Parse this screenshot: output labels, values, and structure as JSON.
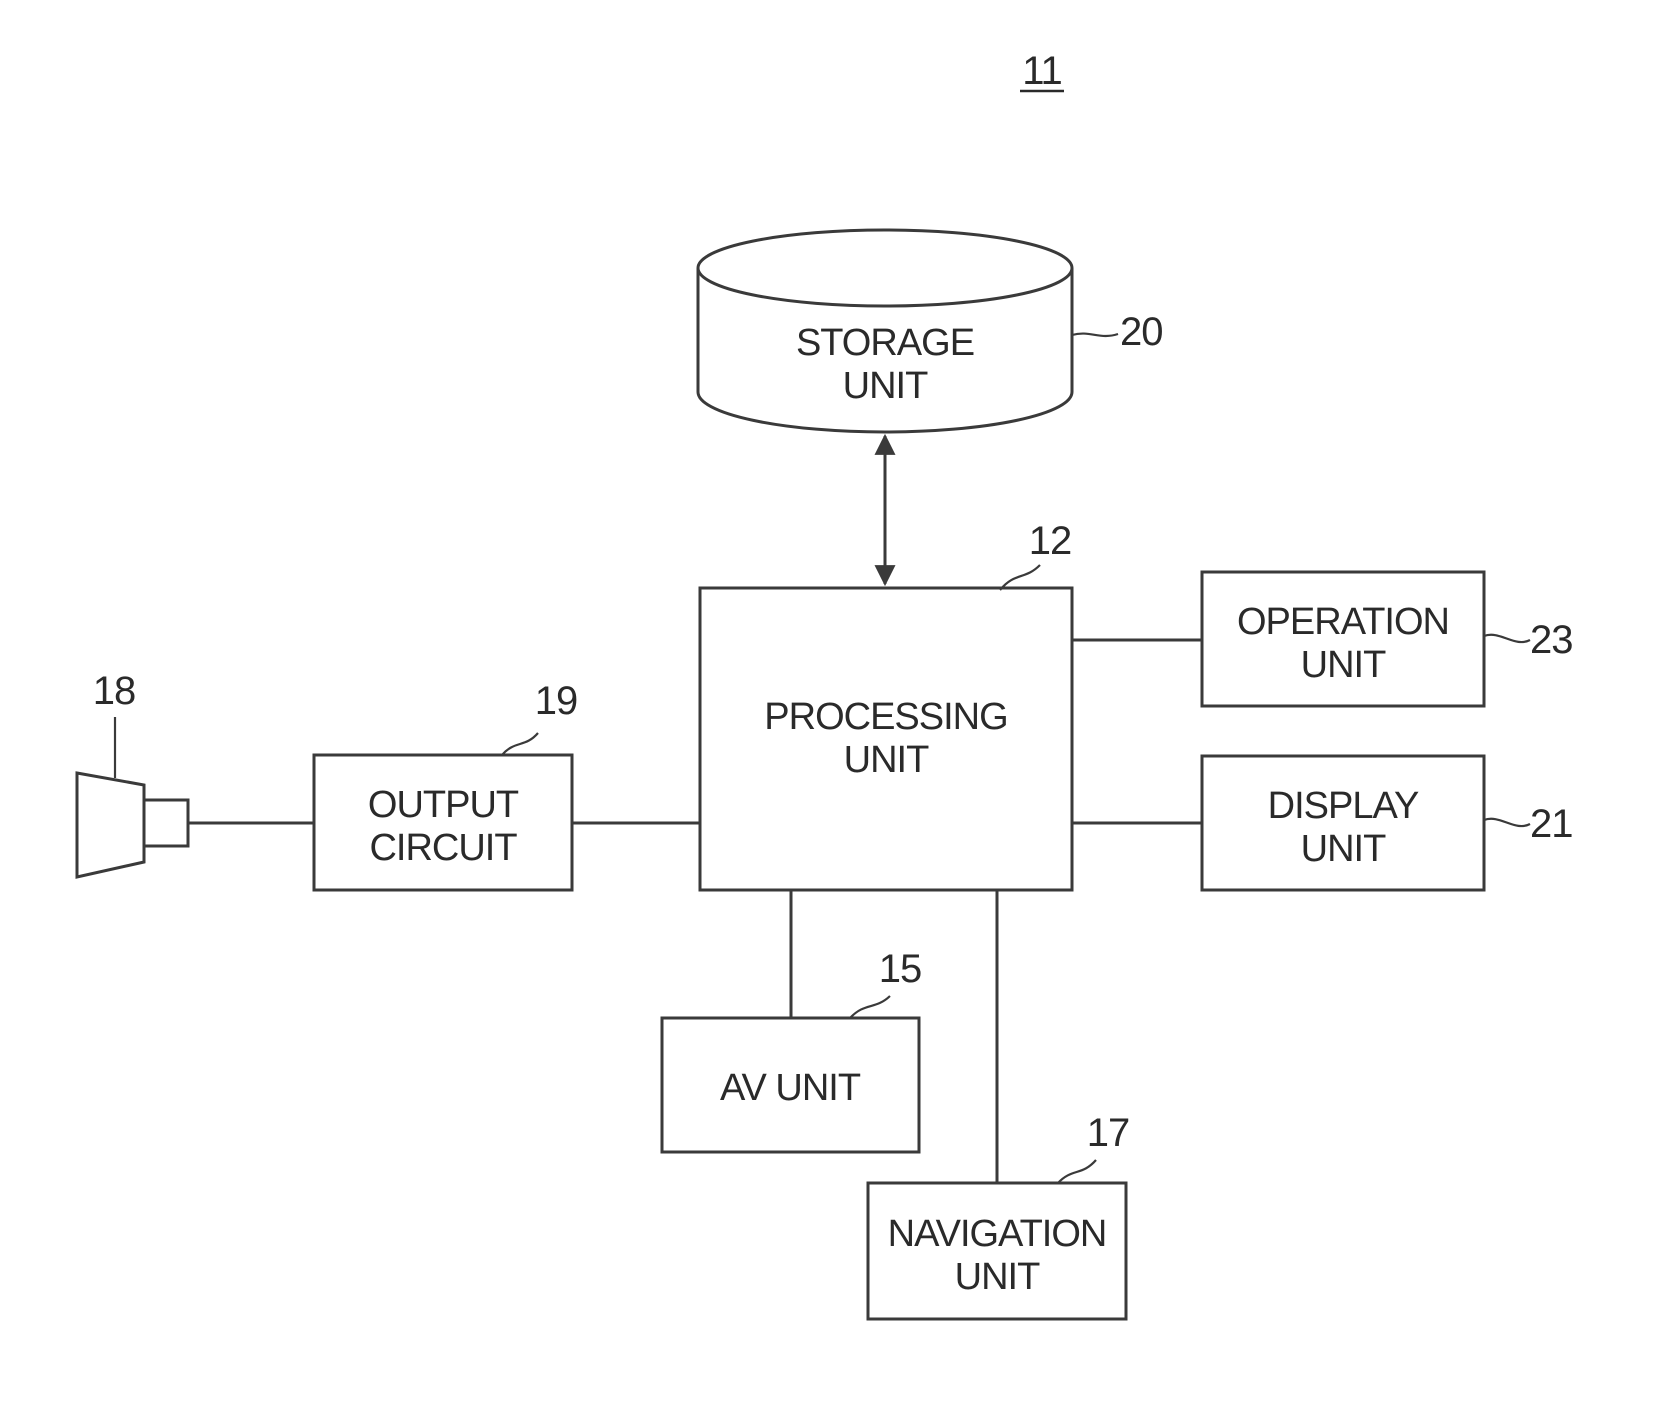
{
  "figure": {
    "ref": "11"
  },
  "blocks": {
    "storage": {
      "line1": "STORAGE",
      "line2": "UNIT",
      "ref": "20"
    },
    "processing": {
      "line1": "PROCESSING",
      "line2": "UNIT",
      "ref": "12"
    },
    "operation": {
      "line1": "OPERATION",
      "line2": "UNIT",
      "ref": "23"
    },
    "display": {
      "line1": "DISPLAY",
      "line2": "UNIT",
      "ref": "21"
    },
    "output": {
      "line1": "OUTPUT",
      "line2": "CIRCUIT",
      "ref": "19"
    },
    "av": {
      "line1": "AV UNIT",
      "ref": "15"
    },
    "navigation": {
      "line1": "NAVIGATION",
      "line2": "UNIT",
      "ref": "17"
    },
    "speaker": {
      "ref": "18"
    }
  },
  "colors": {
    "line": "#3a3a3a",
    "text": "#2a2a2a",
    "background": "#ffffff"
  }
}
